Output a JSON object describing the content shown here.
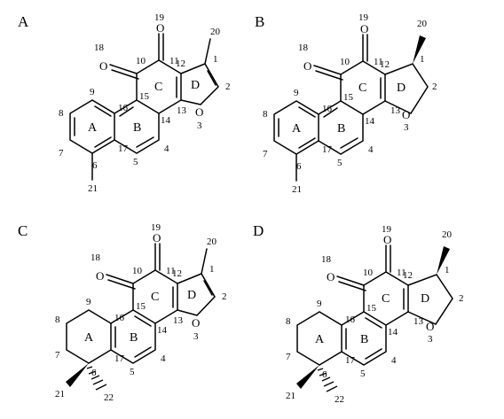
{
  "panels": [
    {
      "label": "A",
      "ring_labels": {
        "A": "A",
        "B": "B",
        "C": "C",
        "D": "D"
      },
      "atoms": {
        "O_keto1": "O",
        "O_keto2": "O",
        "O_ring": "O"
      },
      "numbers": {
        "1": "1",
        "2": "2",
        "3": "3",
        "4": "4",
        "5": "5",
        "6": "6",
        "7": "7",
        "8": "8",
        "9": "9",
        "10": "10",
        "11": "11",
        "12": "12",
        "13": "13",
        "14": "14",
        "15": "15",
        "16": "16",
        "17": "17",
        "18": "18",
        "19": "19",
        "20": "20",
        "21": "21"
      }
    },
    {
      "label": "B",
      "ring_labels": {
        "A": "A",
        "B": "B",
        "C": "C",
        "D": "D"
      },
      "atoms": {
        "O_keto1": "O",
        "O_keto2": "O",
        "O_ring": "O"
      },
      "numbers": {
        "1": "1",
        "2": "2",
        "3": "3",
        "4": "4",
        "5": "5",
        "6": "6",
        "7": "7",
        "8": "8",
        "9": "9",
        "10": "10",
        "11": "11",
        "12": "12",
        "13": "13",
        "14": "14",
        "15": "15",
        "16": "16",
        "17": "17",
        "18": "18",
        "19": "19",
        "20": "20",
        "21": "21"
      }
    },
    {
      "label": "C",
      "ring_labels": {
        "A": "A",
        "B": "B",
        "C": "C",
        "D": "D"
      },
      "atoms": {
        "O_keto1": "O",
        "O_keto2": "O",
        "O_ring": "O"
      },
      "numbers": {
        "1": "1",
        "2": "2",
        "3": "3",
        "4": "4",
        "5": "5",
        "6": "6",
        "7": "7",
        "8": "8",
        "9": "9",
        "10": "10",
        "11": "11",
        "12": "12",
        "13": "13",
        "14": "14",
        "15": "15",
        "16": "16",
        "17": "17",
        "18": "18",
        "19": "19",
        "20": "20",
        "21": "21",
        "22": "22"
      }
    },
    {
      "label": "D",
      "ring_labels": {
        "A": "A",
        "B": "B",
        "C": "C",
        "D": "D"
      },
      "atoms": {
        "O_keto1": "O",
        "O_keto2": "O",
        "O_ring": "O"
      },
      "numbers": {
        "1": "1",
        "2": "2",
        "3": "3",
        "4": "4",
        "5": "5",
        "6": "6",
        "7": "7",
        "8": "8",
        "9": "9",
        "10": "10",
        "11": "11",
        "12": "12",
        "13": "13",
        "14": "14",
        "15": "15",
        "16": "16",
        "17": "17",
        "18": "18",
        "19": "19",
        "20": "20",
        "21": "21",
        "22": "22"
      }
    }
  ]
}
